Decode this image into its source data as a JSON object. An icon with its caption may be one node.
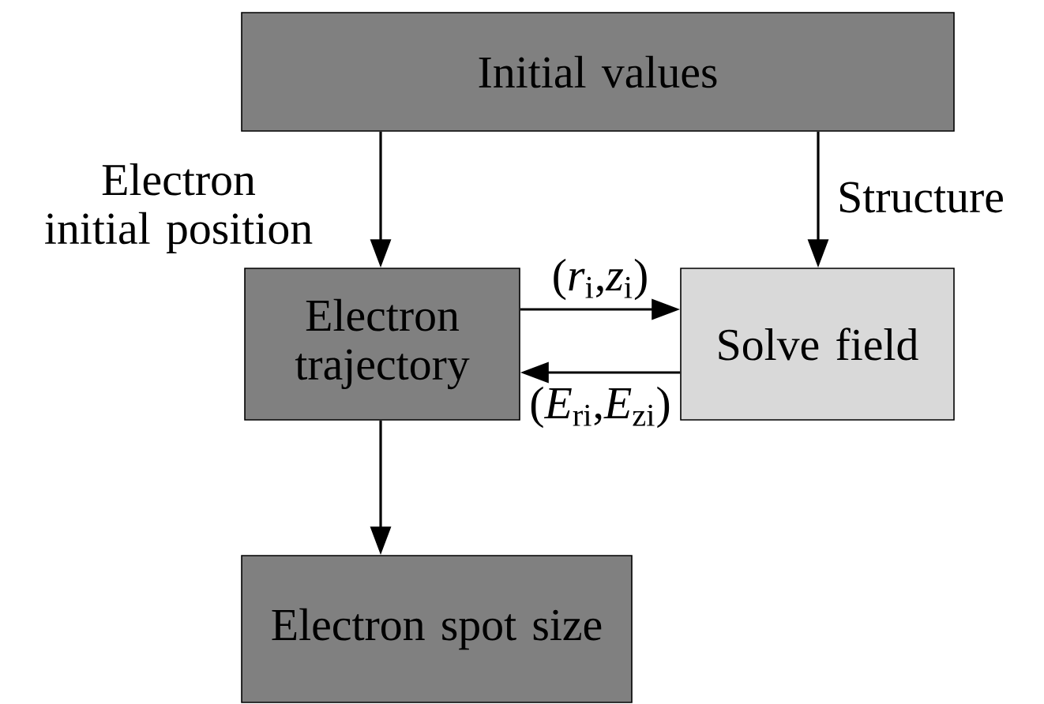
{
  "diagram": {
    "nodes": [
      {
        "text": [
          "Initial values"
        ]
      },
      {
        "text": [
          "Electron trajectory"
        ]
      },
      {
        "text": [
          "Solve field"
        ]
      },
      {
        "text": [
          "Electron spot size"
        ]
      }
    ],
    "edges": [
      {
        "from": 0,
        "to": 1,
        "arrow": "to",
        "label": "Electron initial position"
      },
      {
        "from": 0,
        "to": 2,
        "arrow": "to",
        "label": "Structure"
      },
      {
        "from": 1,
        "to": 2,
        "arrow": "to",
        "label": "(*r*$_{i}$,*z*$_{i}$)"
      },
      {
        "from": 2,
        "to": 1,
        "arrow": "to",
        "label": "(*E*$_{ri}$,*E*$_{zi}$)"
      },
      {
        "from": 1,
        "to": 3,
        "arrow": "to"
      }
    ]
  }
}
